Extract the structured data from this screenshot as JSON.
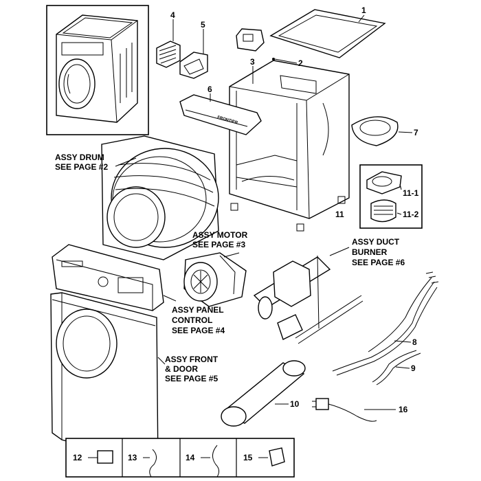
{
  "callouts": {
    "c1": "1",
    "c2": "2",
    "c3": "3",
    "c4": "4",
    "c5": "5",
    "c6": "6",
    "c7": "7",
    "c8": "8",
    "c9": "9",
    "c10": "10",
    "c11": "11",
    "c11_1": "11-1",
    "c11_2": "11-2",
    "c12": "12",
    "c13": "13",
    "c14": "14",
    "c15": "15",
    "c16": "16"
  },
  "assemblies": {
    "drum": [
      "ASSY DRUM",
      "SEE PAGE #2"
    ],
    "motor": [
      "ASSY MOTOR",
      "SEE PAGE #3"
    ],
    "duct": [
      "ASSY DUCT",
      "BURNER",
      "SEE PAGE #6"
    ],
    "panel": [
      "ASSY PANEL",
      "CONTROL",
      "SEE PAGE #4"
    ],
    "front": [
      "ASSY FRONT",
      "& DOOR",
      "SEE PAGE #5"
    ]
  },
  "inline_text": {
    "panel_brand": "FRONTIER"
  }
}
